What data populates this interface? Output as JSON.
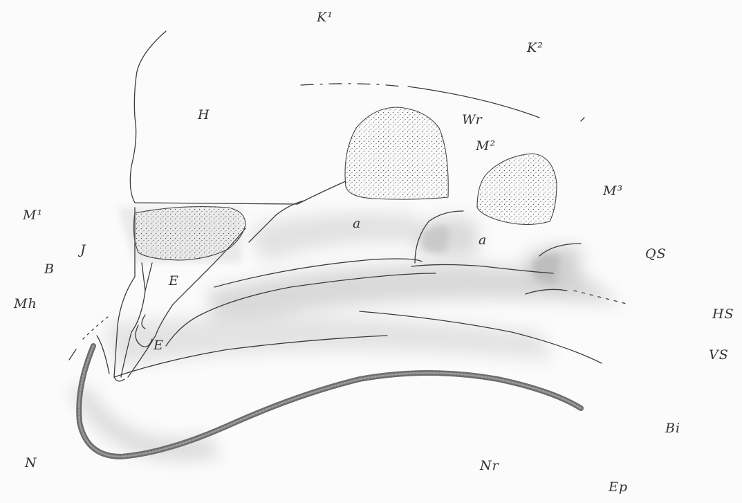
{
  "labels": {
    "k1": "K¹",
    "k2": "K²",
    "h": "H",
    "wr": "Wr",
    "m1": "M¹",
    "m2": "M²",
    "m3": "M³",
    "a1": "a",
    "a2": "a",
    "j": "J",
    "b": "B",
    "mh": "Mh",
    "e1": "E",
    "e2": "E",
    "qs": "QS",
    "hs": "HS",
    "vs": "VS",
    "n": "N",
    "nr": "Nr",
    "bi": "Bi",
    "ep": "Ep"
  },
  "colors": {
    "background": "#fbfbfb",
    "ink": "#333333",
    "stipple": "#555555",
    "epithelium": "#6d6d6d"
  }
}
